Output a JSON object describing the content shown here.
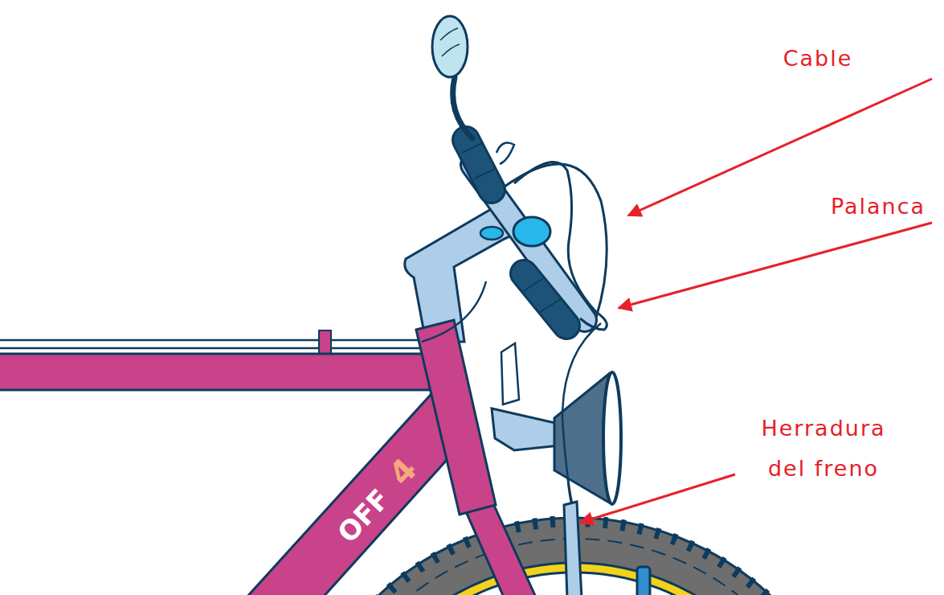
{
  "diagram": {
    "labels": [
      "Cable",
      "Palanca",
      "Herradura del freno",
      "OFF",
      "4"
    ]
  }
}
